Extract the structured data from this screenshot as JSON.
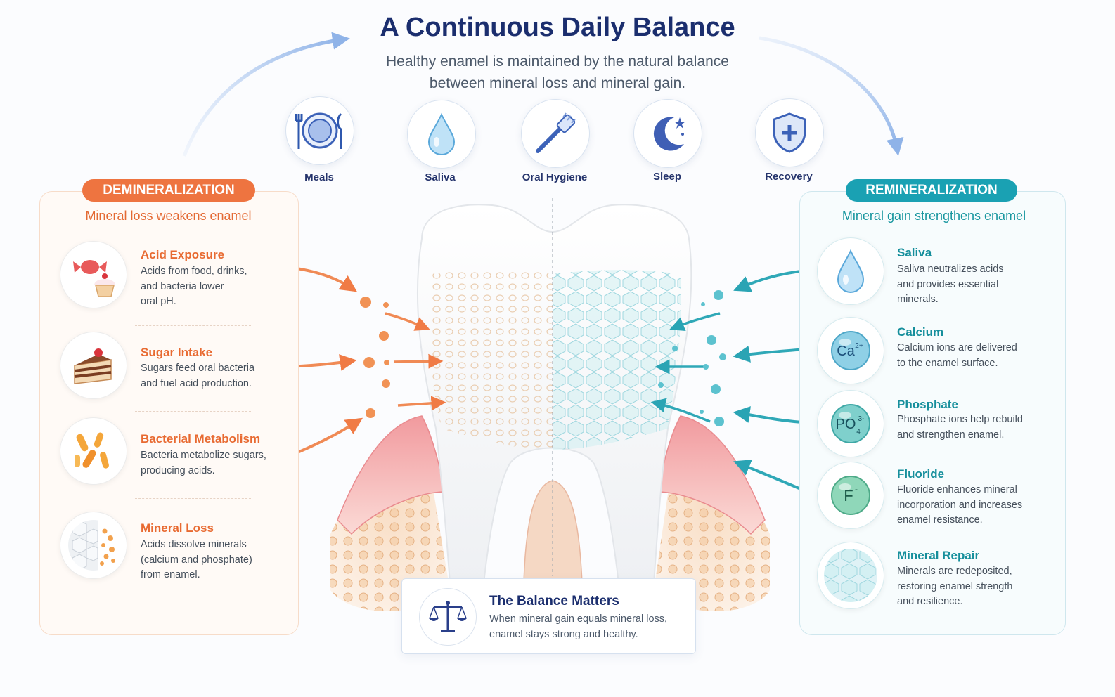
{
  "header": {
    "title": "A Continuous Daily Balance",
    "subtitle_line1": "Healthy enamel is maintained by the natural balance",
    "subtitle_line2": "between mineral loss and mineral gain."
  },
  "daily_cycle": [
    {
      "label": "Meals",
      "icon": "plate-cutlery-icon"
    },
    {
      "label": "Saliva",
      "icon": "droplet-icon"
    },
    {
      "label": "Oral Hygiene",
      "icon": "toothbrush-icon"
    },
    {
      "label": "Sleep",
      "icon": "moon-star-icon"
    },
    {
      "label": "Recovery",
      "icon": "shield-plus-icon"
    }
  ],
  "demineralization": {
    "heading": "DEMINERALIZATION",
    "subheading": "Mineral loss weakens enamel",
    "items": [
      {
        "title": "Acid Exposure",
        "lines": [
          "Acids from food, drinks,",
          "and bacteria lower",
          "oral pH."
        ],
        "icon": "candy-cupcake-icon"
      },
      {
        "title": "Sugar Intake",
        "lines": [
          "Sugars feed oral bacteria",
          "and fuel acid production."
        ],
        "icon": "cake-slice-icon"
      },
      {
        "title": "Bacterial Metabolism",
        "lines": [
          "Bacteria metabolize sugars,",
          "producing acids."
        ],
        "icon": "bacteria-icon"
      },
      {
        "title": "Mineral Loss",
        "lines": [
          "Acids dissolve minerals",
          "(calcium and phosphate)",
          "from enamel."
        ],
        "icon": "dissolving-minerals-icon"
      }
    ]
  },
  "remineralization": {
    "heading": "REMINERALIZATION",
    "subheading": "Mineral gain strengthens enamel",
    "items": [
      {
        "title": "Saliva",
        "lines": [
          "Saliva neutralizes acids",
          "and provides essential",
          "minerals."
        ],
        "icon": "droplet-icon"
      },
      {
        "title": "Calcium",
        "lines": [
          "Calcium ions are delivered",
          "to the enamel surface."
        ],
        "icon": "calcium-ion-icon",
        "symbol": "Ca",
        "charge": "2+"
      },
      {
        "title": "Phosphate",
        "lines": [
          "Phosphate ions help rebuild",
          "and strengthen enamel."
        ],
        "icon": "phosphate-ion-icon",
        "symbol": "PO",
        "subscript": "4",
        "charge": "3-"
      },
      {
        "title": "Fluoride",
        "lines": [
          "Fluoride enhances mineral",
          "incorporation and increases",
          "enamel resistance."
        ],
        "icon": "fluoride-ion-icon",
        "symbol": "F",
        "charge": "-"
      },
      {
        "title": "Mineral Repair",
        "lines": [
          "Minerals are redeposited,",
          "restoring enamel strength",
          "and resilience."
        ],
        "icon": "mineral-lattice-icon"
      }
    ]
  },
  "balance_box": {
    "title": "The Balance Matters",
    "line1": "When mineral gain equals mineral loss,",
    "line2": "enamel stays strong and healthy.",
    "icon": "scales-icon"
  },
  "colors": {
    "title": "#1b2e6e",
    "demineralization_accent": "#ee7440",
    "remineralization_accent": "#1aa1b3",
    "cycle_arrow": "#a9c4ec"
  }
}
